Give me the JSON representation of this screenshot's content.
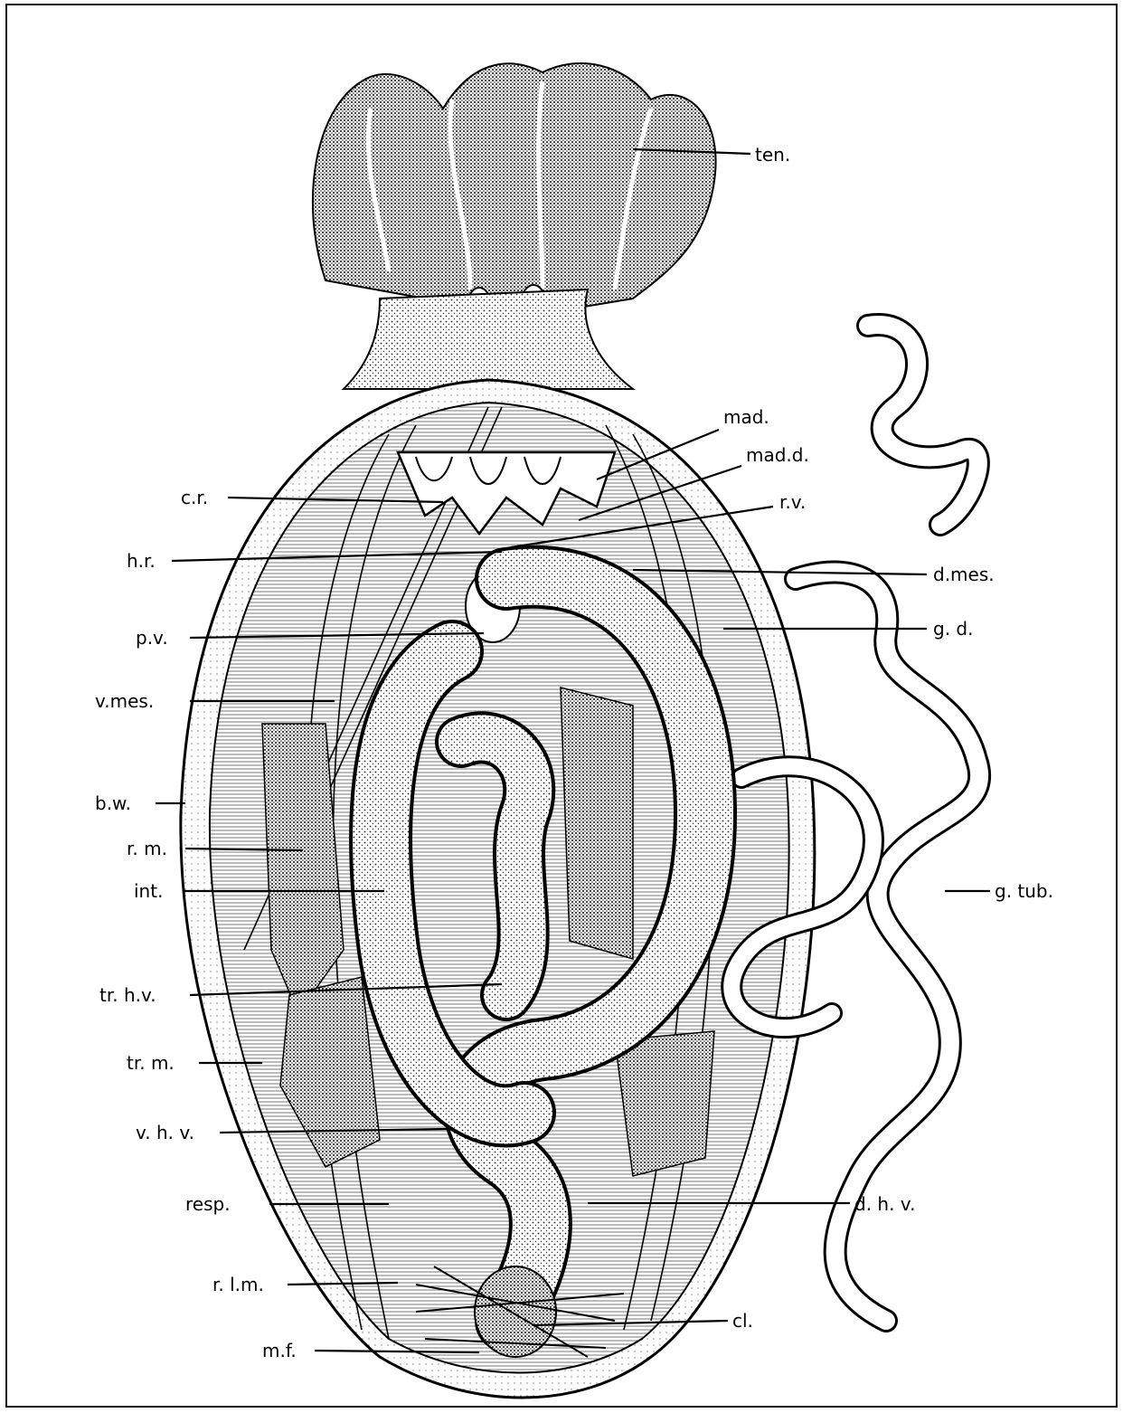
{
  "labels": {
    "ten": "ten.",
    "mad": "mad.",
    "mad_d": "mad.d.",
    "r_v": "r.v.",
    "c_r": "c.r.",
    "h_r": "h.r.",
    "d_mes": "d.mes.",
    "p_v": "p.v.",
    "g_d": "g. d.",
    "v_mes": "v.mes.",
    "b_w": "b.w.",
    "r_m": "r. m.",
    "int": "int.",
    "g_tub": "g. tub.",
    "tr_h_v": "tr. h.v.",
    "tr_m": "tr. m.",
    "v_h_v": "v. h. v.",
    "resp": "resp.",
    "d_h_v": "d. h. v.",
    "r_l_m": "r. l.m.",
    "cl": "cl.",
    "m_f": "m.f."
  },
  "colors": {
    "ink": "#000000",
    "paper": "#ffffff",
    "stipple": "#2b2b2b"
  }
}
